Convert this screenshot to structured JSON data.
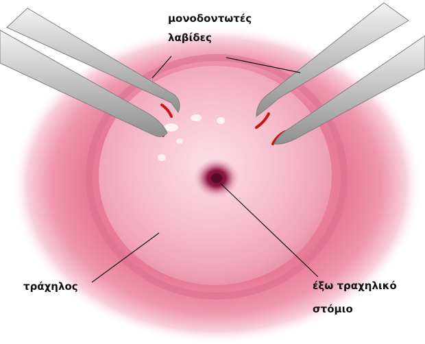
{
  "labels": {
    "forceps_line1": "μονοδοντωτές",
    "forceps_line2": "λαβίδες",
    "cervix": "τράχηλος",
    "os_line1": "έξω τραχηλικό",
    "os_line2": "στόμιο"
  },
  "colors": {
    "outer_ring": "#e77a98",
    "inner_disk": "#f6b9c9",
    "os": "#7a1038",
    "instrument": "#bdbdbd",
    "incision": "#c81414",
    "pointer": "#111111"
  }
}
